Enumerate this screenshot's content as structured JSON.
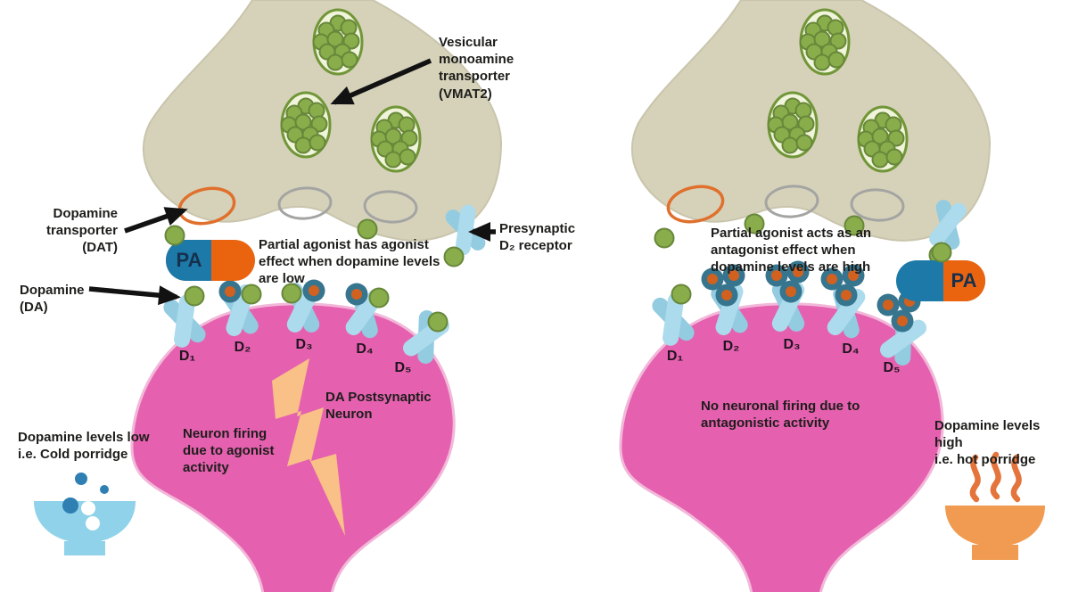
{
  "labels": {
    "vmat2": "Vesicular\nmonoamine\ntransporter\n(VMAT2)",
    "dat": "Dopamine\ntransporter\n(DAT)",
    "dopamine": "Dopamine\n(DA)",
    "presynaptic_d2": "Presynaptic\nD₂ receptor"
  },
  "left_panel": {
    "pill_label": "PA",
    "agonist_note": "Partial agonist has agonist\neffect when dopamine levels\nare low",
    "receptor_labels": [
      "D₁",
      "D₂",
      "D₃",
      "D₄",
      "D₅"
    ],
    "postsynaptic_label": "DA Postsynaptic\nNeuron",
    "firing_note": "Neuron firing\ndue to agonist\nactivity",
    "level_caption": "Dopamine levels low\ni.e. Cold porridge"
  },
  "right_panel": {
    "pill_label": "PA",
    "antagonist_note": "Partial agonist acts as an\nantagonist effect when\ndopamine levels are high",
    "receptor_labels": [
      "D₁",
      "D₂",
      "D₃",
      "D₄",
      "D₅"
    ],
    "firing_note": "No neuronal firing due to\nantagonistic activity",
    "level_caption": "Dopamine levels high\ni.e. hot porridge"
  },
  "colors": {
    "presynaptic_terminal": "#d6d2ba",
    "postsynaptic_neuron": "#e561af",
    "dopamine_green": "#8aad4b",
    "vesicle_outline_green": "#719638",
    "receptor_blue": "#a3d6e9",
    "pill_blue": "#1d79a8",
    "pill_orange": "#ea6410",
    "partial_agonist_teal": "#37758e",
    "partial_agonist_core_orange": "#d2611f",
    "dat_ellipse_orange": "#e0702c",
    "lightning": "#f9c088",
    "cold_bowl_blue": "#8fd2e9",
    "hot_bowl_orange": "#f09b51",
    "text": "#1d1d1b"
  }
}
